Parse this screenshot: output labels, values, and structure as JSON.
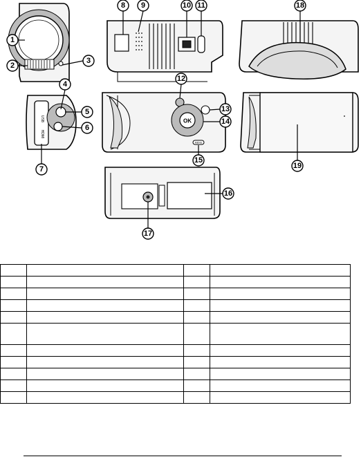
{
  "callouts": [
    "1",
    "2",
    "3",
    "4",
    "5",
    "6",
    "7",
    "8",
    "9",
    "10",
    "11",
    "12",
    "13",
    "14",
    "15",
    "16",
    "17",
    "18",
    "19"
  ],
  "panel_labels": {
    "ok": "OK",
    "menu": "MENU",
    "port_a": "USB",
    "port_b": "HDMI"
  },
  "table": {
    "rows": [
      [
        "",
        "",
        "",
        ""
      ],
      [
        "",
        "",
        "",
        ""
      ],
      [
        "",
        "",
        "",
        ""
      ],
      [
        "",
        "",
        "",
        ""
      ],
      [
        "",
        "",
        "",
        ""
      ],
      [
        "",
        "",
        "",
        ""
      ],
      [
        "",
        "",
        "",
        ""
      ],
      [
        "",
        "",
        "",
        ""
      ],
      [
        "",
        "",
        "",
        ""
      ],
      [
        "",
        "",
        "",
        ""
      ],
      [
        "",
        "",
        "",
        ""
      ]
    ]
  }
}
